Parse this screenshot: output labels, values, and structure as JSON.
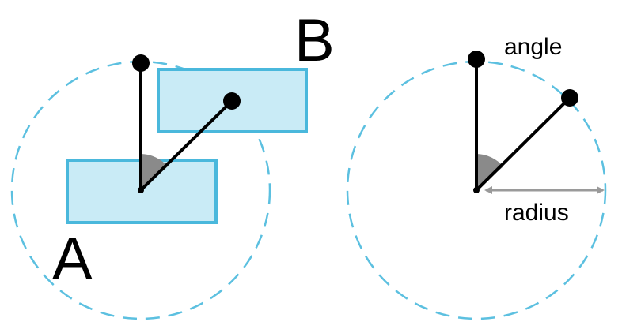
{
  "labels": {
    "a": "A",
    "b": "B",
    "angle": "angle",
    "radius": "radius"
  },
  "colors": {
    "box_fill": "#c9ebf6",
    "box_stroke": "#4ab8dc",
    "circle_stroke": "#5cc0e0",
    "line": "#000000",
    "angle_wedge": "#8a8a8a",
    "radius_arrow": "#9a9a9a"
  }
}
